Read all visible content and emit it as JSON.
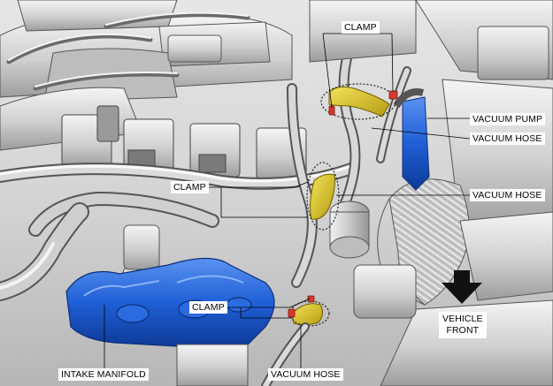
{
  "labels": {
    "clamp_top": "CLAMP",
    "vacuum_pump": "VACUUM PUMP",
    "vacuum_hose_upper": "VACUUM HOSE",
    "clamp_middle": "CLAMP",
    "vacuum_hose_middle": "VACUUM HOSE",
    "clamp_lower": "CLAMP",
    "vehicle_front_line1": "VEHICLE",
    "vehicle_front_line2": "FRONT",
    "intake_manifold": "INTAKE MANIFOLD",
    "vacuum_hose_bottom": "VACUUM HOSE"
  },
  "colors": {
    "intake_manifold": "#1f5fd6",
    "vacuum_pump": "#2e6bd9",
    "vacuum_hose_highlight": "#d8c21a",
    "clamp_marker": "#d23a2a",
    "engine_parts": "#c9c9c9",
    "arrow": "#111111"
  },
  "icons": {
    "vehicle_front": "arrow-down-icon"
  }
}
